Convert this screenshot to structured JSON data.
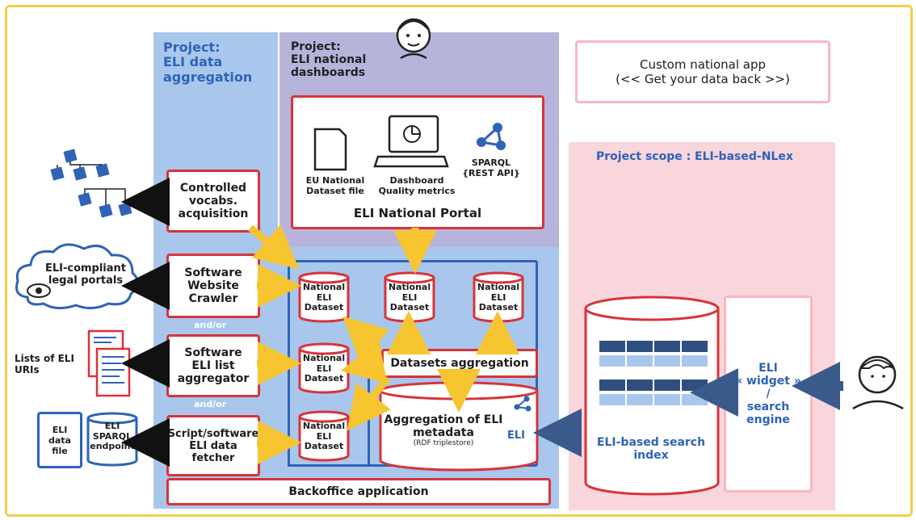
{
  "project_aggregation": {
    "title_line1": "Project:",
    "title_line2": "ELI data",
    "title_line3": "aggregation"
  },
  "project_dashboards": {
    "title_line1": "Project:",
    "title_line2": "ELI national",
    "title_line3": "dashboards"
  },
  "custom_app": {
    "line1": "Custom national app",
    "line2": "(<< Get your data back >>)"
  },
  "project_scope": "Project scope : ELI-based-NLex",
  "portal": {
    "title": "ELI National Portal",
    "items": [
      {
        "line1": "EU National",
        "line2": "Dataset file"
      },
      {
        "line1": "Dashboard",
        "line2": "Quality metrics"
      },
      {
        "line1": "SPARQL",
        "line2": "{REST API}"
      }
    ]
  },
  "modules": {
    "vocabs": [
      "Controlled",
      "vocabs.",
      "acquisition"
    ],
    "crawler": [
      "Software",
      "Website",
      "Crawler"
    ],
    "list_aggregator": [
      "Software",
      "ELI list",
      "aggregator"
    ],
    "fetcher": [
      "Script/software",
      "ELI data",
      "fetcher"
    ],
    "andor": "and/or"
  },
  "external": {
    "legal_portals": [
      "ELI-compliant",
      "legal portals"
    ],
    "lists": [
      "Lists of ELI",
      "URIs"
    ],
    "data_file": [
      "ELI",
      "data",
      "file"
    ],
    "sparql_endpoint": [
      "ELI",
      "SPARQL",
      "endpoint"
    ]
  },
  "dataset_label": [
    "National",
    "ELI",
    "Dataset"
  ],
  "datasets_aggregation": "Datasets aggregation",
  "aggregation_metadata": {
    "line1": "Aggregation of ELI",
    "line2": "metadata",
    "line3": "(RDF triplestore)",
    "logo": "ELI"
  },
  "search_index": [
    "ELI-based search",
    "index"
  ],
  "widget": [
    "ELI",
    "« widget »",
    "/",
    "search",
    "engine"
  ],
  "backoffice": "Backoffice application",
  "colors": {
    "blue": "#a9c7ec",
    "blue_dark": "#2e63b8",
    "purple": "#b7b4dc",
    "pink": "#f8d6dc",
    "red": "#d8333a",
    "yellow": "#f7c530",
    "navy": "#3a5a8c"
  }
}
